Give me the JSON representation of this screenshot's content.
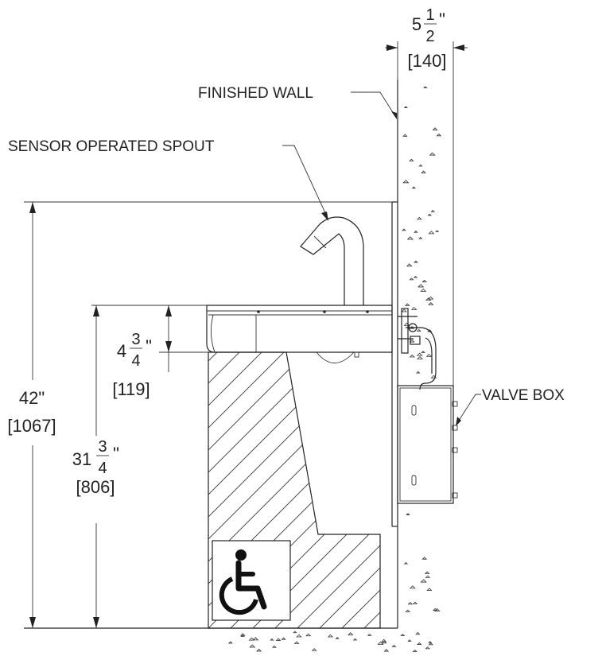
{
  "callouts": {
    "finished_wall": "FINISHED WALL",
    "sensor_spout": "SENSOR OPERATED SPOUT",
    "valve_box": "VALVE BOX"
  },
  "dimensions": {
    "total_height": {
      "imperial": "42\"",
      "metric": "[1067]"
    },
    "rim_height": {
      "whole": "31",
      "num": "3",
      "den": "4",
      "unit": "\"",
      "metric": "[806]"
    },
    "bowl_depth": {
      "whole": "4",
      "num": "3",
      "den": "4",
      "unit": "\"",
      "metric": "[119]"
    },
    "wall_depth": {
      "whole": "5",
      "num": "1",
      "den": "2",
      "unit": "\"",
      "metric": "[140]"
    }
  },
  "icons": {
    "accessibility": "wheelchair-icon"
  },
  "colors": {
    "line": "#222222",
    "background": "#ffffff"
  }
}
